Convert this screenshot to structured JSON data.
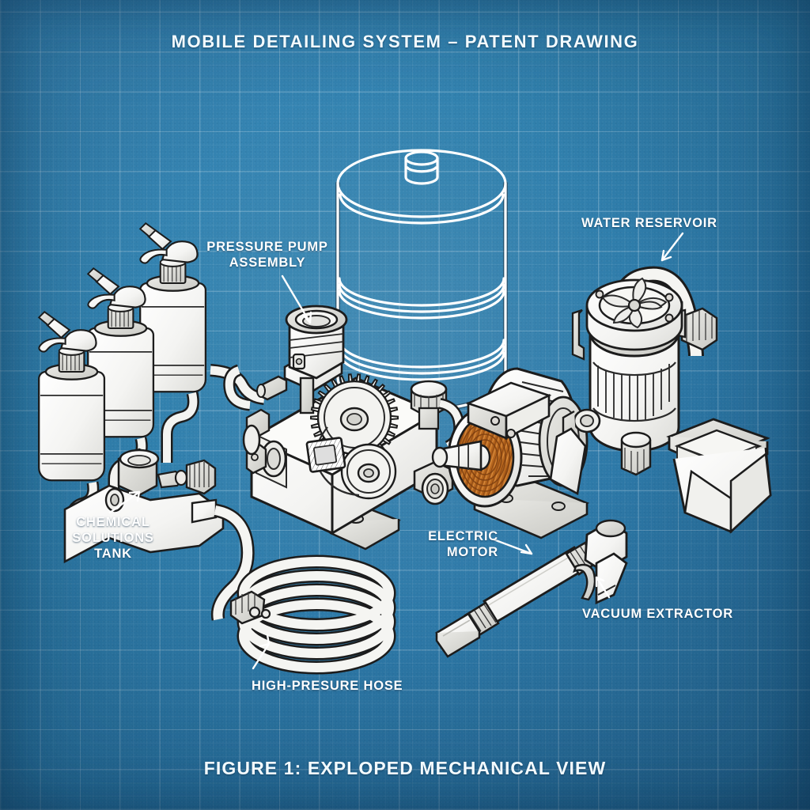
{
  "document": {
    "title": "MOBILE DETAILING SYSTEM – PATENT DRAWING",
    "caption": "FIGURE 1: EXPLOPED MECHANICAL VIEW",
    "style": "blueprint",
    "background_color": "#2f7db0",
    "grid_color": "#ffffff",
    "ink_color": "#1a1a1a",
    "part_fill_color": "#ffffff",
    "copper_color": "#b5651d"
  },
  "labels": {
    "pressure_pump": "PRESSURE PUMP\nASSEMBLY",
    "water_reservoir": "WATER RESERVOIR",
    "chemical_tank": "CHEMICAL\nSOLUTIONS\nTANK",
    "electric_motor": "ELECTRIC\nMOTOR",
    "vacuum_extractor": "VACUUM EXTRACTOR",
    "high_pressure_hose": "HIGH-PRESURE HOSE"
  },
  "parts": [
    {
      "id": "water-tank",
      "name": "Water tank / cylindrical reservoir",
      "callout": "none"
    },
    {
      "id": "pressure-pump",
      "name": "Pressure pump assembly",
      "callout": "PRESSURE PUMP ASSEMBLY"
    },
    {
      "id": "reservoir-pump",
      "name": "Water reservoir pump with fan and hose",
      "callout": "WATER RESERVOIR"
    },
    {
      "id": "bucket",
      "name": "Square bucket",
      "callout": "none"
    },
    {
      "id": "spray-bottles",
      "name": "Three chemical spray bottles",
      "callout": "CHEMICAL SOLUTIONS TANK"
    },
    {
      "id": "manifold",
      "name": "Chemical manifold valve block",
      "callout": "CHEMICAL SOLUTIONS TANK"
    },
    {
      "id": "electric-motor",
      "name": "Electric motor with copper windings",
      "callout": "ELECTRIC MOTOR"
    },
    {
      "id": "vacuum-wand",
      "name": "Vacuum extractor wand",
      "callout": "VACUUM EXTRACTOR"
    },
    {
      "id": "coiled-hose",
      "name": "Coiled high-pressure hose",
      "callout": "HIGH-PRESURE HOSE"
    }
  ]
}
